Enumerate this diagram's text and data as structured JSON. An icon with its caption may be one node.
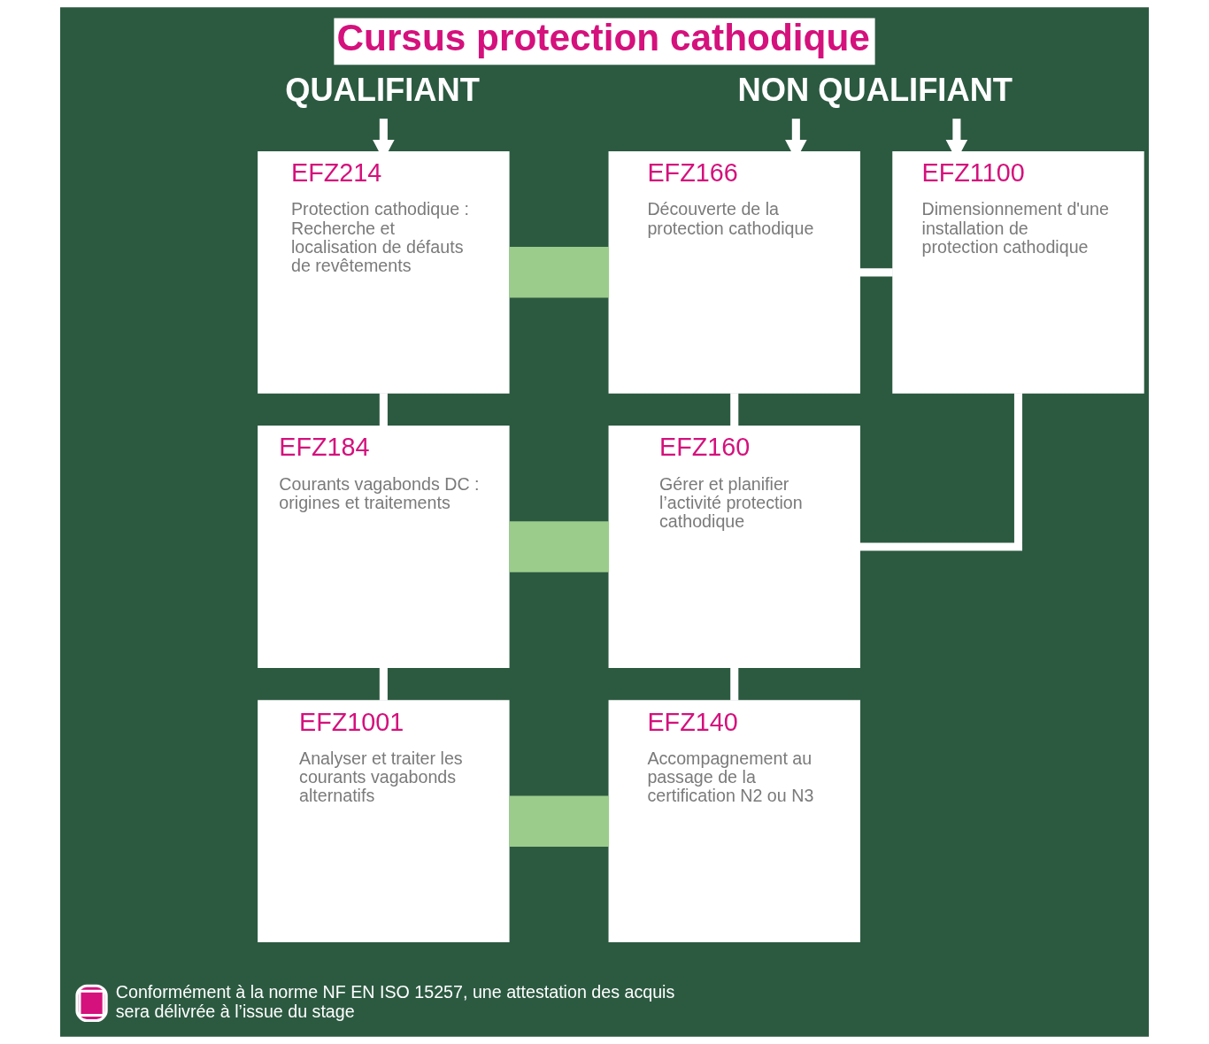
{
  "diagram": {
    "title": "Cursus protection cathodique",
    "nodes": [
      {
        "text": [
          "QUALIFIANT"
        ]
      },
      {
        "text": [
          "NON QUALIFIANT"
        ]
      },
      {
        "text": [
          "EFZ214",
          "Protection cathodique : Recherche et localisation de défauts de revêtements"
        ]
      },
      {
        "text": [
          "EFZ166",
          "Découverte de la protection cathodique"
        ]
      },
      {
        "text": [
          "EFZ1100",
          "Dimensionnement d'une installation de protection cathodique"
        ]
      },
      {
        "text": [
          "EFZ184",
          "Courants vagabonds DC : origines et traitements"
        ]
      },
      {
        "text": [
          "EFZ160",
          "Gérer et planifier l’activité protection cathodique"
        ]
      },
      {
        "text": [
          "EFZ1001",
          "Analyser et traiter les courants vagabonds alternatifs"
        ]
      },
      {
        "text": [
          "EFZ140",
          "Accompagnement au passage de la certification N2 ou N3"
        ]
      }
    ],
    "edges": [
      {
        "from": 0,
        "to": 2,
        "arrow": "to"
      },
      {
        "from": 1,
        "to": 3,
        "arrow": "to"
      },
      {
        "from": 1,
        "to": 4,
        "arrow": "to"
      },
      {
        "from": 2,
        "to": 3,
        "arrow": "none",
        "style": "thick",
        "color": "#9ccc8c"
      },
      {
        "from": 3,
        "to": 4,
        "arrow": "none"
      },
      {
        "from": 2,
        "to": 5,
        "arrow": "none"
      },
      {
        "from": 3,
        "to": 6,
        "arrow": "none"
      },
      {
        "from": 4,
        "to": 6,
        "arrow": "none"
      },
      {
        "from": 5,
        "to": 6,
        "arrow": "none",
        "style": "thick",
        "color": "#9ccc8c"
      },
      {
        "from": 5,
        "to": 7,
        "arrow": "none"
      },
      {
        "from": 6,
        "to": 8,
        "arrow": "none"
      },
      {
        "from": 7,
        "to": 8,
        "arrow": "none",
        "style": "thick",
        "color": "#9ccc8c"
      }
    ],
    "legend": [
      {
        "text": "Conformément à la norme NF EN ISO 15257, une attestation des acquis sera délivrée à l’issue du stage"
      }
    ]
  }
}
